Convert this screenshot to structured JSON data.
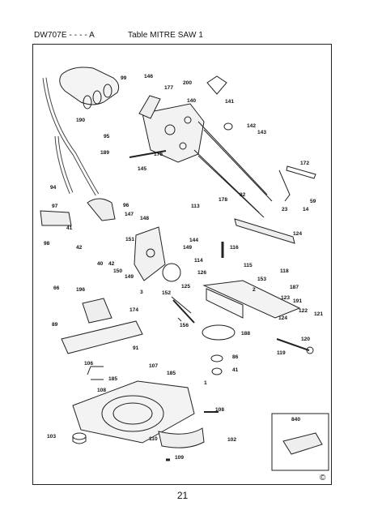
{
  "header": {
    "model": "DW707E - - - - A",
    "title": "Table MITRE SAW 1"
  },
  "diagram": {
    "part_labels": [
      "99",
      "146",
      "200",
      "177",
      "140",
      "141",
      "190",
      "95",
      "142",
      "143",
      "189",
      "176",
      "172",
      "145",
      "94",
      "82",
      "178",
      "97",
      "96",
      "113",
      "59",
      "23",
      "14",
      "147",
      "148",
      "124",
      "98",
      "41",
      "42",
      "151",
      "144",
      "149",
      "116",
      "150",
      "40",
      "42",
      "149",
      "153",
      "114",
      "115",
      "118",
      "152",
      "3",
      "126",
      "125",
      "2",
      "187",
      "66",
      "196",
      "123",
      "191",
      "174",
      "122",
      "121",
      "89",
      "156",
      "124",
      "188",
      "120",
      "91",
      "86",
      "119",
      "106",
      "107",
      "41",
      "185",
      "185",
      "1",
      "108",
      "108",
      "103",
      "840",
      "110",
      "102",
      "109"
    ]
  },
  "copyright": "©",
  "page_number": "21"
}
